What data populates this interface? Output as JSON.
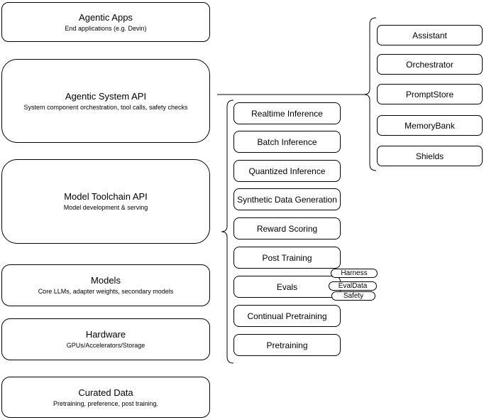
{
  "diagram": {
    "stack": [
      {
        "title": "Agentic Apps",
        "subtitle": "End applications (e.g. Devin)"
      },
      {
        "title": "Agentic System API",
        "subtitle": "System component orchestration, tool calls, safety checks"
      },
      {
        "title": "Model Toolchain API",
        "subtitle": "Model development & serving"
      },
      {
        "title": "Models",
        "subtitle": "Core LLMs, adapter weights, secondary models"
      },
      {
        "title": "Hardware",
        "subtitle": "GPUs/Accelerators/Storage"
      },
      {
        "title": "Curated Data",
        "subtitle": "Pretraining, preference, post training."
      }
    ],
    "toolchain_services": [
      "Realtime Inference",
      "Batch Inference",
      "Quantized Inference",
      "Synthetic Data Generation",
      "Reward Scoring",
      "Post Training",
      "Evals",
      "Continual Pretraining",
      "Pretraining"
    ],
    "eval_badges": [
      "Harness",
      "EvalData",
      "Safety"
    ],
    "system_components": [
      "Assistant",
      "Orchestrator",
      "PromptStore",
      "MemoryBank",
      "Shields"
    ],
    "colors": {
      "stroke": "#000000",
      "background": "#ffffff",
      "text": "#000000"
    }
  }
}
